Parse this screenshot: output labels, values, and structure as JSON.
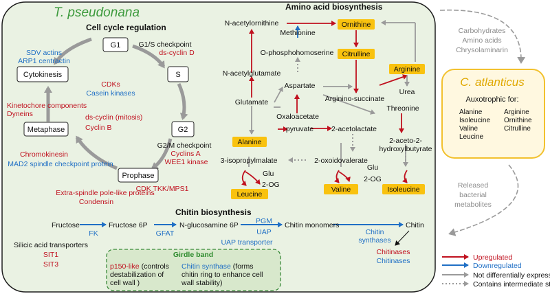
{
  "colors": {
    "up": "#c0111f",
    "down": "#1f6fc5",
    "grey": "#9a9a9a",
    "panel_fill": "#eaf2e3",
    "atlanticus_fill": "#fff8e0",
    "atlanticus_border": "#f2c12e",
    "product_box": "#f9c20f",
    "girdle_text": "#2e8b2e"
  },
  "organism": "T. pseudonana",
  "cell_cycle": {
    "title": "Cell cycle regulation",
    "phases": {
      "g1": "G1",
      "s": "S",
      "g2": "G2",
      "prophase": "Prophase",
      "metaphase": "Metaphase",
      "cytokinesis": "Cytokinesis"
    },
    "g1s_checkpoint": "G1/S checkpoint",
    "ds_cyclin_d": "ds-cyclin D",
    "sdv_actins": "SDV actins",
    "arp1": "ARP1 centractin",
    "cdks": "CDKs",
    "casein": "Casein kinases",
    "kinetochore": "Kinetochore components",
    "dyneins": "Dyneins",
    "ds_cyclin_mitosis": "ds-cyclin (mitosis)",
    "cyclin_b": "Cyclin B",
    "g2m_checkpoint": "G2/M checkpoint",
    "cyclins_a": "Cyclins A",
    "wee1": "WEE1 kinase",
    "chromokinesin": "Chromokinesin",
    "mad2": "MAD2 spindle checkpoint protein",
    "cdk_tkk": "CDK TKK/MPS1",
    "extra_spindle": "Extra-spindle pole-like proteins",
    "condensin": "Condensin"
  },
  "amino": {
    "title": "Amino acid biosynthesis",
    "n_acetylornithine": "N-acetylornithine",
    "ornithine": "Ornithine",
    "methionine": "Methionine",
    "o_phosphohomoserine": "O-phosphohomoserine",
    "citrulline": "Citrulline",
    "arginine": "Arginine",
    "n_acetylglutamate": "N-acetylglutamate",
    "aspartate": "Aspartate",
    "urea": "Urea",
    "glutamate": "Glutamate",
    "arginino_succinate": "Arginino-succinate",
    "oxaloacetate": "Oxaloacetate",
    "threonine": "Threonine",
    "pyruvate": "pyruvate",
    "acetolactate": "2-acetolactate",
    "alanine": "Alanine",
    "aceto_line1": "2-aceto-2-",
    "aceto_line2": "hydroxylbutyrate",
    "isopropylmalate": "3-isopropylmalate",
    "oxoisovalerate": "2-oxoidovalerate",
    "glu_left": "Glu",
    "og_left": "2-OG",
    "leucine": "Leucine",
    "glu_right": "Glu",
    "og_right": "2-OG",
    "valine": "Valine",
    "isoleucine": "Isoleucine"
  },
  "chitin": {
    "title": "Chitin biosynthesis",
    "fructose": "Fructose",
    "fructose6p": "Fructose 6P",
    "n_glucosamine6p": "N-glucosamine 6P",
    "chitin_monomers": "Chitin monomers",
    "chitin": "Chitin",
    "fk": "FK",
    "gfat": "GFAT",
    "pgm": "PGM",
    "uap": "UAP",
    "uap_transporter": "UAP transporter",
    "chitin_synthases_1": "Chitin",
    "chitin_synthases_2": "synthases",
    "chitinases_up": "Chitinases",
    "chitinases_down": "Chitinases",
    "silicic": "Silicic acid transporters",
    "sit1": "SIT1",
    "sit3": "SIT3"
  },
  "girdle": {
    "title": "Girdle band",
    "p150_name": "p150-like",
    "p150_rest1": "(controls",
    "p150_rest2": "destabilization of",
    "p150_rest3": "cell wall )",
    "cs_name": "Chitin synthase",
    "cs_rest1": "(forms",
    "cs_rest2": "chitin ring to enhance cell",
    "cs_rest3": "wall stability)"
  },
  "side": {
    "carbohydrates": "Carbohydrates",
    "amino_acids": "Amino acids",
    "chrysolaminarin": "Chrysolaminarin",
    "released1": "Released",
    "released2": "bacterial",
    "released3": "metabolites"
  },
  "atlanticus": {
    "title": "C. atlanticus",
    "subtitle": "Auxotrophic for:",
    "col1": [
      "Alanine",
      "Isoleucine",
      "Valine",
      "Leucine"
    ],
    "col2": [
      "Arginine",
      "Ornithine",
      "Citrulline"
    ]
  },
  "legend": {
    "upregulated": "Upregulated",
    "downregulated": "Downregulated",
    "not_diff": "Not differentially expressed",
    "intermediate": "Contains intermediate steps"
  }
}
